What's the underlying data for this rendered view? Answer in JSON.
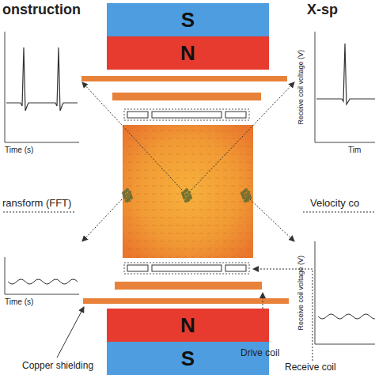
{
  "diagram": {
    "nodes": [
      {
        "text": [
          "S"
        ]
      },
      {
        "text": [
          "N"
        ]
      },
      {
        "text": [
          "N"
        ]
      },
      {
        "text": [
          "S"
        ]
      }
    ],
    "labels": [
      "onstruction",
      "X-sp",
      "Time (s)",
      "ransform (FFT)",
      "Time (s)",
      "Receive coil voltage (V)",
      "Tim",
      "Velocity co",
      "Receive coil voltage (V)",
      "Copper shielding",
      "Drive coil",
      "Receive coil"
    ]
  }
}
